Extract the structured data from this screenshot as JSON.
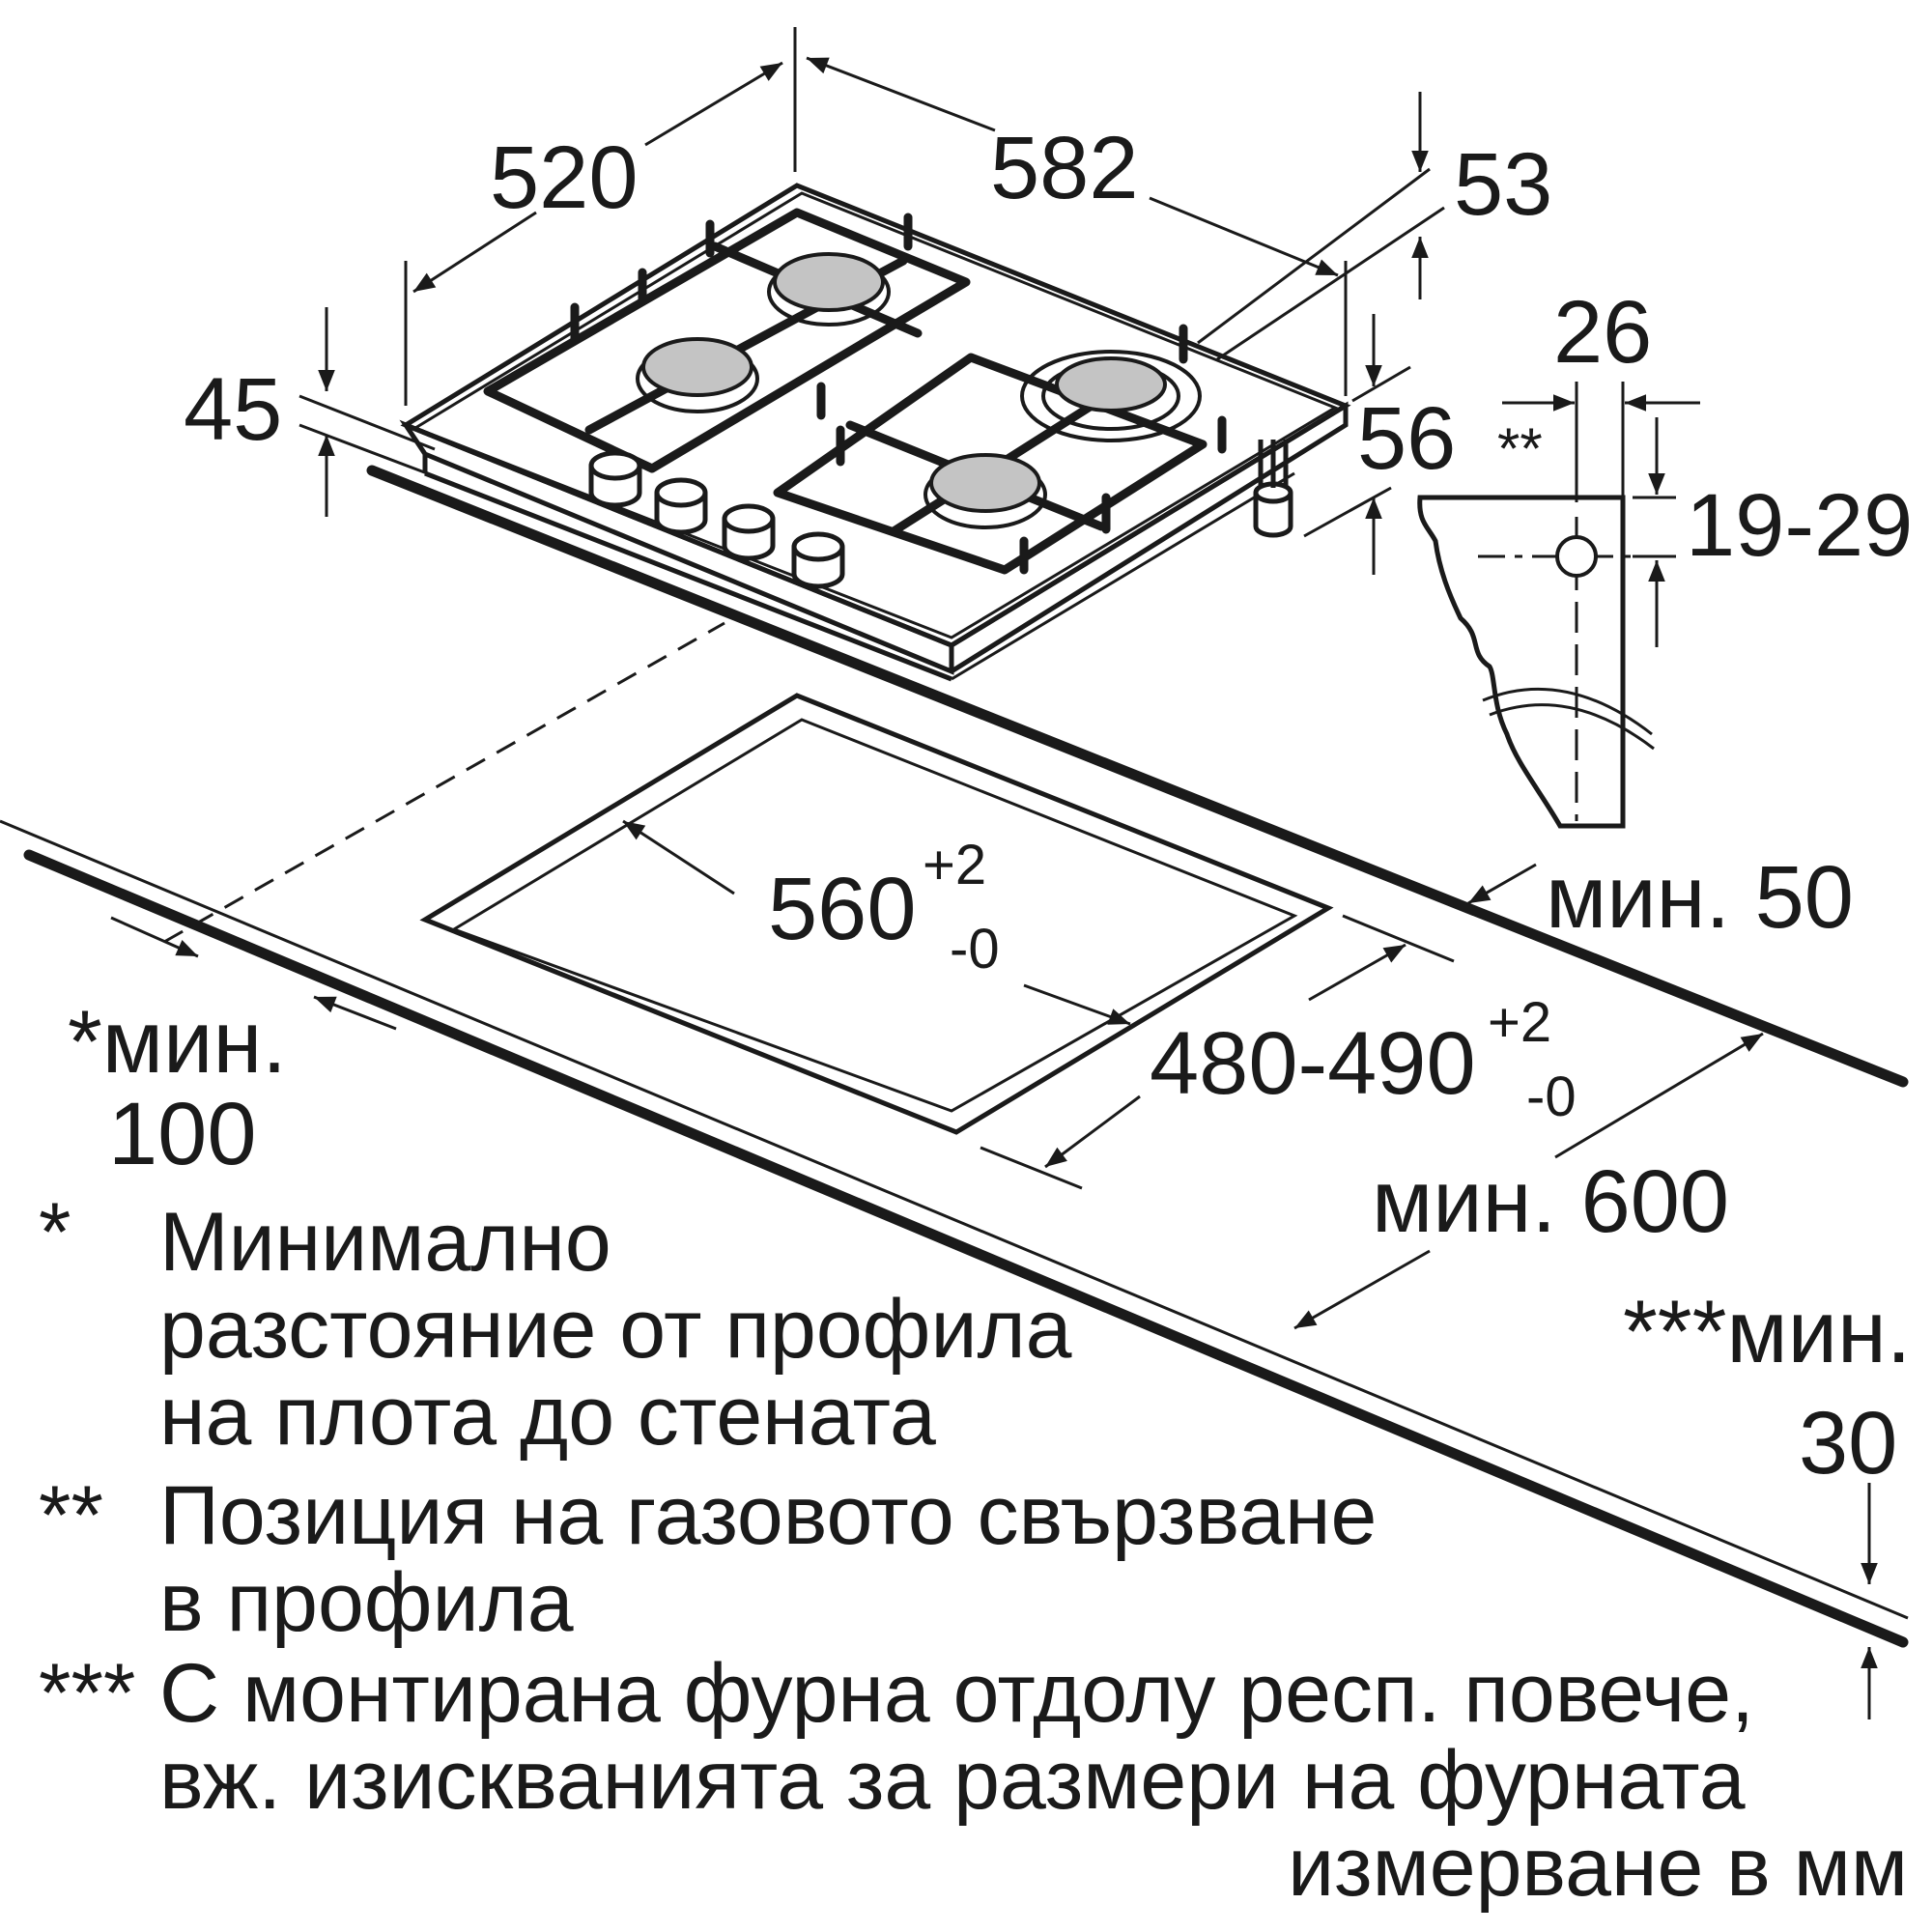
{
  "dimensions": {
    "hob_depth": "520",
    "hob_width": "582",
    "top_height": "53",
    "total_height": "45",
    "side_height": "56",
    "profile_width": "26",
    "gas_marker": "**",
    "gas_height": "19-29",
    "cutout_width": "560",
    "cutout_width_tol_plus": "+2",
    "cutout_width_tol_minus": "-0",
    "cutout_depth": "480-490",
    "cutout_depth_tol_plus": "+2",
    "cutout_depth_tol_minus": "-0",
    "min_front": "мин. 50",
    "min_wall_line1": "*мин.",
    "min_wall_line2": "100",
    "min_depth": "мин. 600",
    "min_oven_line1": "***мин.",
    "min_oven_line2": "30"
  },
  "notes": [
    {
      "mark": "*",
      "lines": [
        "Минимално",
        "разстояние от профила",
        "на плота до стената"
      ]
    },
    {
      "mark": "**",
      "lines": [
        "Позиция на газовото свързване",
        "в профила"
      ]
    },
    {
      "mark": "***",
      "lines": [
        "С монтирана фурна отдолу респ. повече,",
        "вж. изискванията за размери на фурната"
      ]
    }
  ],
  "units_note": "измерване в мм"
}
